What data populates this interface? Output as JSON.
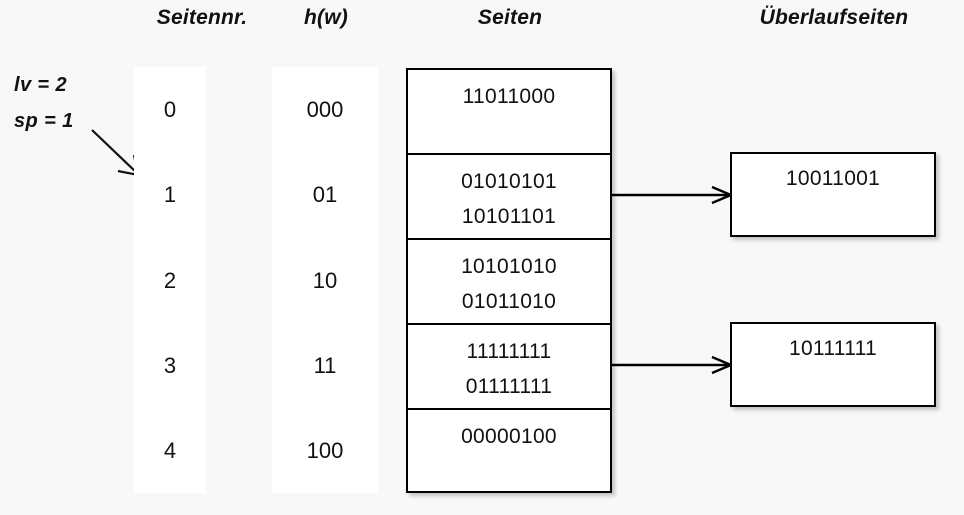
{
  "headers": {
    "page_number": "Seitennr.",
    "hash": "h(w)",
    "pages": "Seiten",
    "overflow_pages": "Überlaufseiten"
  },
  "params": {
    "lv": "lv = 2",
    "sp": "sp = 1",
    "arrow_icon": "diagonal-arrow-down-right-icon"
  },
  "page_numbers": [
    "0",
    "1",
    "2",
    "3",
    "4"
  ],
  "hash_values": [
    "000",
    "01",
    "10",
    "11",
    "100"
  ],
  "pages": [
    {
      "lines": [
        "11011000"
      ]
    },
    {
      "lines": [
        "01010101",
        "10101101"
      ]
    },
    {
      "lines": [
        "10101010",
        "01011010"
      ]
    },
    {
      "lines": [
        "11111111",
        "01111111"
      ]
    },
    {
      "lines": [
        "00000100"
      ]
    }
  ],
  "overflow_pages": [
    {
      "label": "10011001",
      "from_row": 1
    },
    {
      "label": "10111111",
      "from_row": 3
    }
  ],
  "connectors": [
    {
      "icon": "arrow-right-icon",
      "from": "page-row-1",
      "to": "overflow-box-0"
    },
    {
      "icon": "arrow-right-icon",
      "from": "page-row-3",
      "to": "overflow-box-1"
    }
  ],
  "colors": {
    "background": "#f8f8f8",
    "surface": "#ffffff",
    "stroke": "#000000",
    "text": "#111111"
  }
}
